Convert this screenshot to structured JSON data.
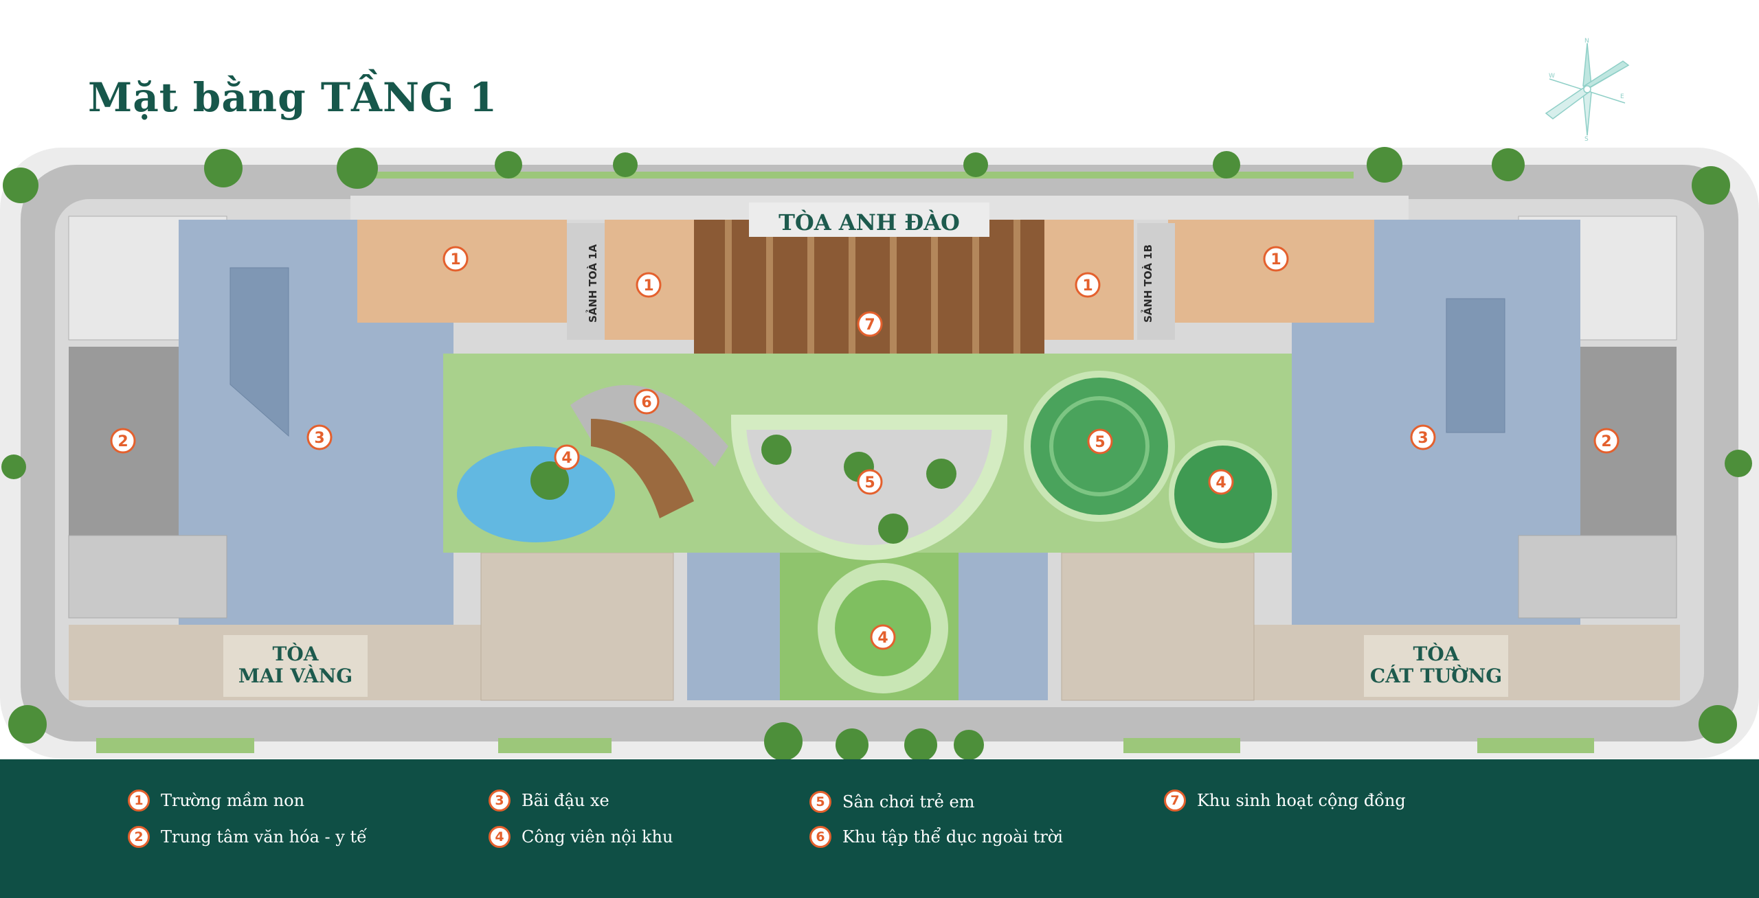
{
  "title": "Mặt bằng TẦNG 1",
  "buildings": {
    "anh_dao": "TÒA ANH ĐÀO",
    "mai_vang_line1": "TÒA",
    "mai_vang_line2": "MAI VÀNG",
    "cat_tuong_line1": "TÒA",
    "cat_tuong_line2": "CÁT TƯỜNG"
  },
  "lobbies": {
    "lobby_1a": "SẢNH TOÀ 1A",
    "lobby_1b": "SẢNH TOÀ 1B"
  },
  "markers": {
    "m1": "1",
    "m2": "2",
    "m3": "3",
    "m4": "4",
    "m5": "5",
    "m6": "6",
    "m7": "7"
  },
  "legend": [
    {
      "num": "1",
      "label": "Trường mầm non"
    },
    {
      "num": "2",
      "label": "Trung tâm văn hóa - y tế"
    },
    {
      "num": "3",
      "label": "Bãi đậu xe"
    },
    {
      "num": "4",
      "label": "Công viên nội khu"
    },
    {
      "num": "5",
      "label": "Sân chơi trẻ em"
    },
    {
      "num": "6",
      "label": "Khu tập thể dục ngoài trời"
    },
    {
      "num": "7",
      "label": "Khu sinh hoạt cộng đồng"
    }
  ],
  "colors": {
    "brand_green": "#17574b",
    "legend_bg": "#0f4f45",
    "marker_orange": "#e4602d",
    "parking_blue": "#9fb3cc",
    "kindergarten_tan": "#e3b890",
    "wood_deck": "#8b5a35",
    "lawn_green": "#8fc46d"
  }
}
